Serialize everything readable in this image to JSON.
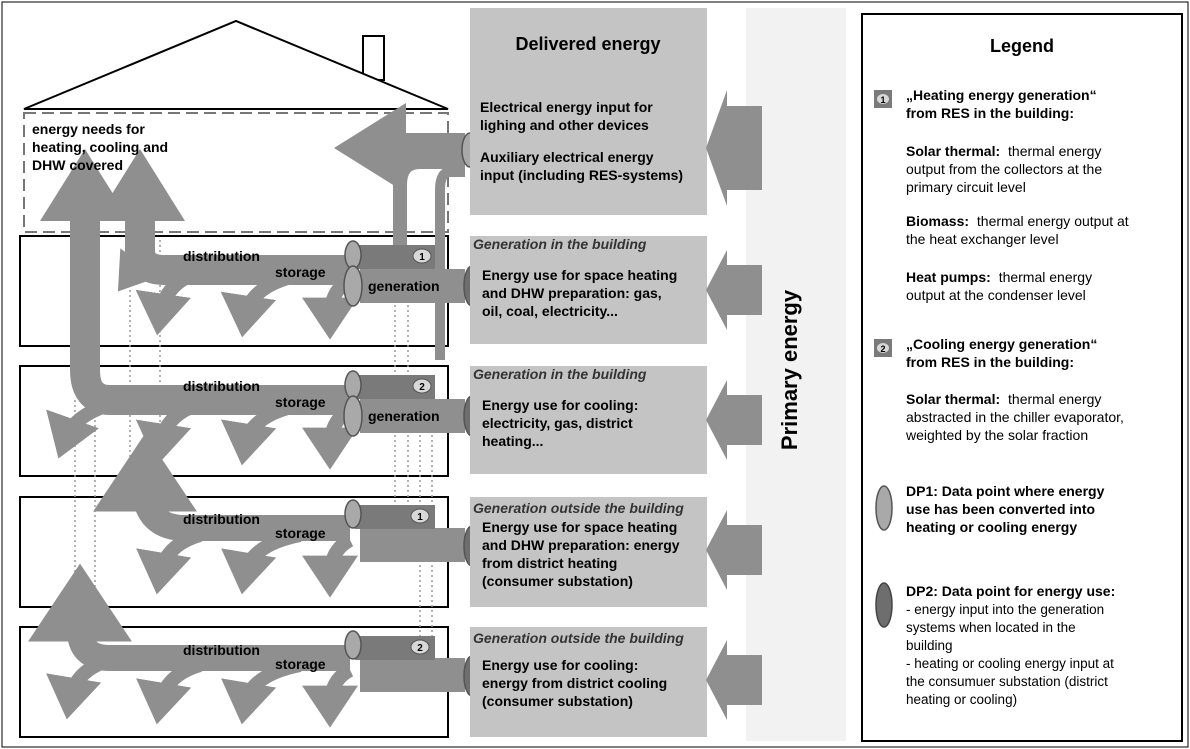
{
  "house": {
    "needs_lines": [
      "energy needs for",
      "heating, cooling and",
      "DHW covered"
    ]
  },
  "delivered": {
    "title": "Delivered energy",
    "line1": [
      "Electrical energy input for",
      "lighing and other devices"
    ],
    "line2": [
      "Auxiliary electrical energy",
      "input (including RES-systems)"
    ]
  },
  "primary": {
    "label": "Primary energy"
  },
  "floors": [
    {
      "distribution": "distribution",
      "storage": "storage",
      "generation": "generation",
      "badge": "1",
      "box_title": "Generation in the building",
      "box_lines": [
        "Energy use for space heating",
        "and DHW preparation: gas,",
        "oil, coal, electricity..."
      ]
    },
    {
      "distribution": "distribution",
      "storage": "storage",
      "generation": "generation",
      "badge": "2",
      "box_title": "Generation in the building",
      "box_lines": [
        "Energy use for cooling:",
        "electricity, gas, district",
        "heating..."
      ]
    },
    {
      "distribution": "distribution",
      "storage": "storage",
      "generation": "",
      "badge": "1",
      "box_title": "Generation outside the building",
      "box_lines": [
        "Energy use for space heating",
        "and DHW preparation: energy",
        "from district heating",
        "(consumer substation)"
      ]
    },
    {
      "distribution": "distribution",
      "storage": "storage",
      "generation": "",
      "badge": "2",
      "box_title": "Generation outside the building",
      "box_lines": [
        "Energy use for cooling:",
        "energy from district cooling",
        "(consumer substation)"
      ]
    }
  ],
  "legend": {
    "title": "Legend",
    "item1": {
      "badge": "1",
      "heading": [
        "„Heating energy generation“",
        "from RES in the building:"
      ],
      "solar_bold": "Solar thermal:",
      "solar_lines": [
        "thermal energy",
        "output from the collectors at the",
        "primary circuit level"
      ],
      "biomass_bold": "Biomass:",
      "biomass_lines": [
        "thermal energy output at",
        "the heat exchanger level"
      ],
      "hp_bold": "Heat pumps:",
      "hp_lines": [
        "thermal energy",
        "output at the condenser level"
      ]
    },
    "item2": {
      "badge": "2",
      "heading": [
        "„Cooling energy generation“",
        "from RES in the building:"
      ],
      "solar_bold": "Solar thermal:",
      "solar_lines": [
        "thermal energy",
        "abstracted in the chiller evaporator,",
        "weighted by the solar fraction"
      ]
    },
    "dp1": [
      "DP1: Data point where energy",
      "use has been converted into",
      "heating or cooling energy"
    ],
    "dp2_title": "DP2: Data point for energy use:",
    "dp2_lines": [
      "- energy input into the generation",
      "systems when located in the",
      "building",
      "- heating or cooling energy input at",
      "the consumuer substation (district",
      "heating or cooling)"
    ]
  },
  "colors": {
    "pipe": "#8f8f8f",
    "pipe_dark": "#757575",
    "box": "#c4c4c4",
    "primary_band": "#f2f2f2",
    "badge": "#7a7a7a",
    "dp1": "#a9a9a9",
    "dp2": "#6e6e6e"
  }
}
